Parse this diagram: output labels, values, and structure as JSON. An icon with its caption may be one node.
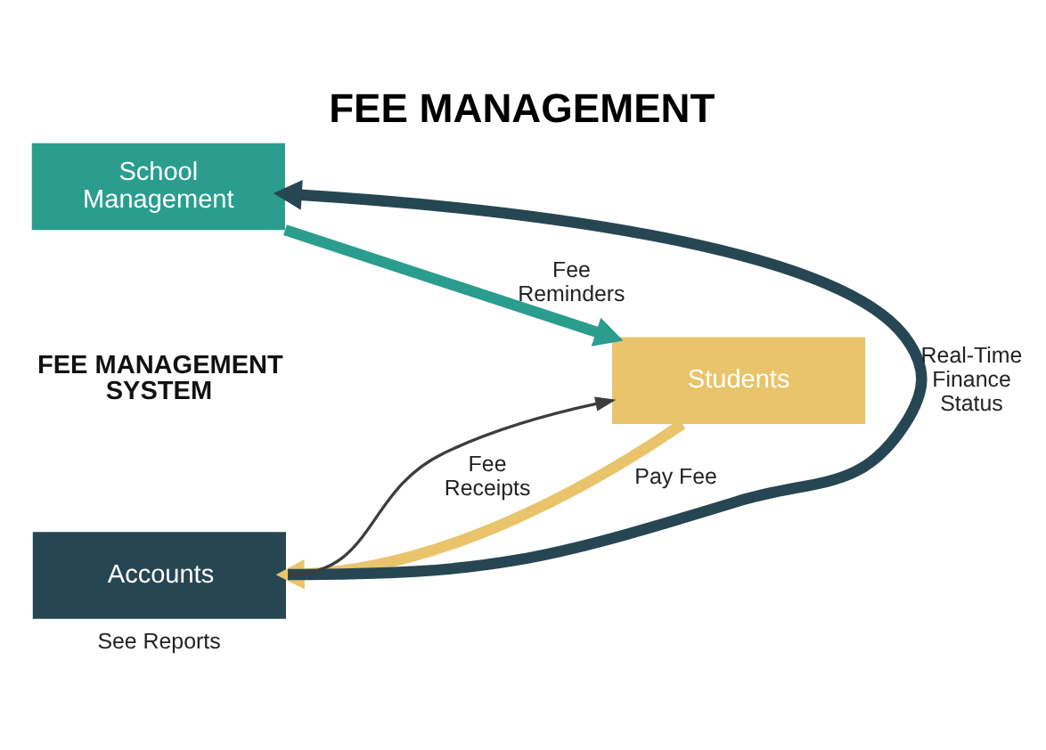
{
  "diagram": {
    "title": "FEE MANAGEMENT",
    "nodes": [
      {
        "text": [
          "School Management"
        ]
      },
      {
        "text": [
          "Students"
        ]
      },
      {
        "text": [
          "Accounts"
        ],
        "beside": [
          "See Reports"
        ]
      }
    ],
    "edges": [
      {
        "from": 0,
        "to": 1,
        "arrow": "to",
        "label": "Fee Reminders",
        "color": "#2a9d8f"
      },
      {
        "from": 1,
        "to": 2,
        "arrow": "to",
        "label": "Pay Fee",
        "color": "#e9c46a"
      },
      {
        "from": 2,
        "to": 0,
        "arrow": "to",
        "label": "Real-Time Finance Status",
        "color": "#264653"
      },
      {
        "from": 2,
        "to": 1,
        "arrow": "to",
        "label": "Fee Receipts",
        "color": "#3d3d3d"
      }
    ],
    "labels": [
      "FEE MANAGEMENT SYSTEM"
    ]
  }
}
